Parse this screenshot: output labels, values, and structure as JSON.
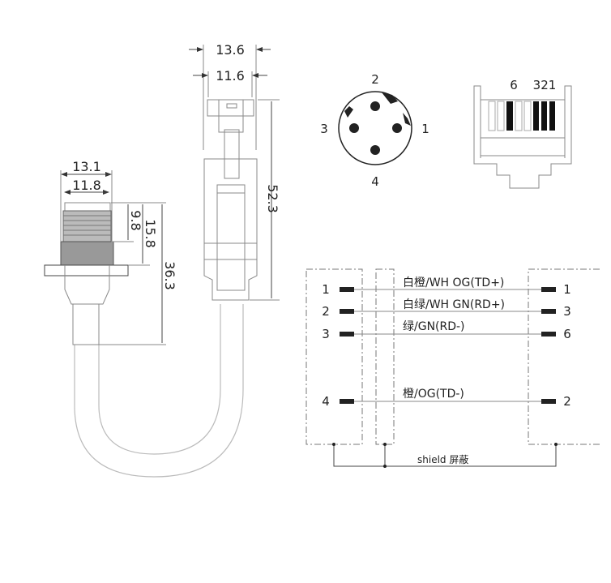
{
  "dimensions": {
    "m12_outer_width": "13.1",
    "m12_thread_width": "11.8",
    "m12_thread_length": "9.8",
    "m12_to_flange": "15.8",
    "m12_total_length": "36.3",
    "rj45_outer_width": "13.6",
    "rj45_inner_width": "11.6",
    "rj45_length": "52.3"
  },
  "m12_face": {
    "pins": [
      "1",
      "2",
      "3",
      "4"
    ]
  },
  "rj45_face": {
    "pin_label_6": "6",
    "pin_label_321": "321"
  },
  "wiring": {
    "rows": [
      {
        "left_pin": "1",
        "wire": "白橙/WH OG(TD+)",
        "right_pin": "1"
      },
      {
        "left_pin": "2",
        "wire": "白绿/WH GN(RD+)",
        "right_pin": "3"
      },
      {
        "left_pin": "3",
        "wire": "绿/GN(RD-)",
        "right_pin": "6"
      },
      {
        "left_pin": "4",
        "wire": "橙/OG(TD-)",
        "right_pin": "2"
      }
    ],
    "shield_label": "shield 屏蔽"
  }
}
